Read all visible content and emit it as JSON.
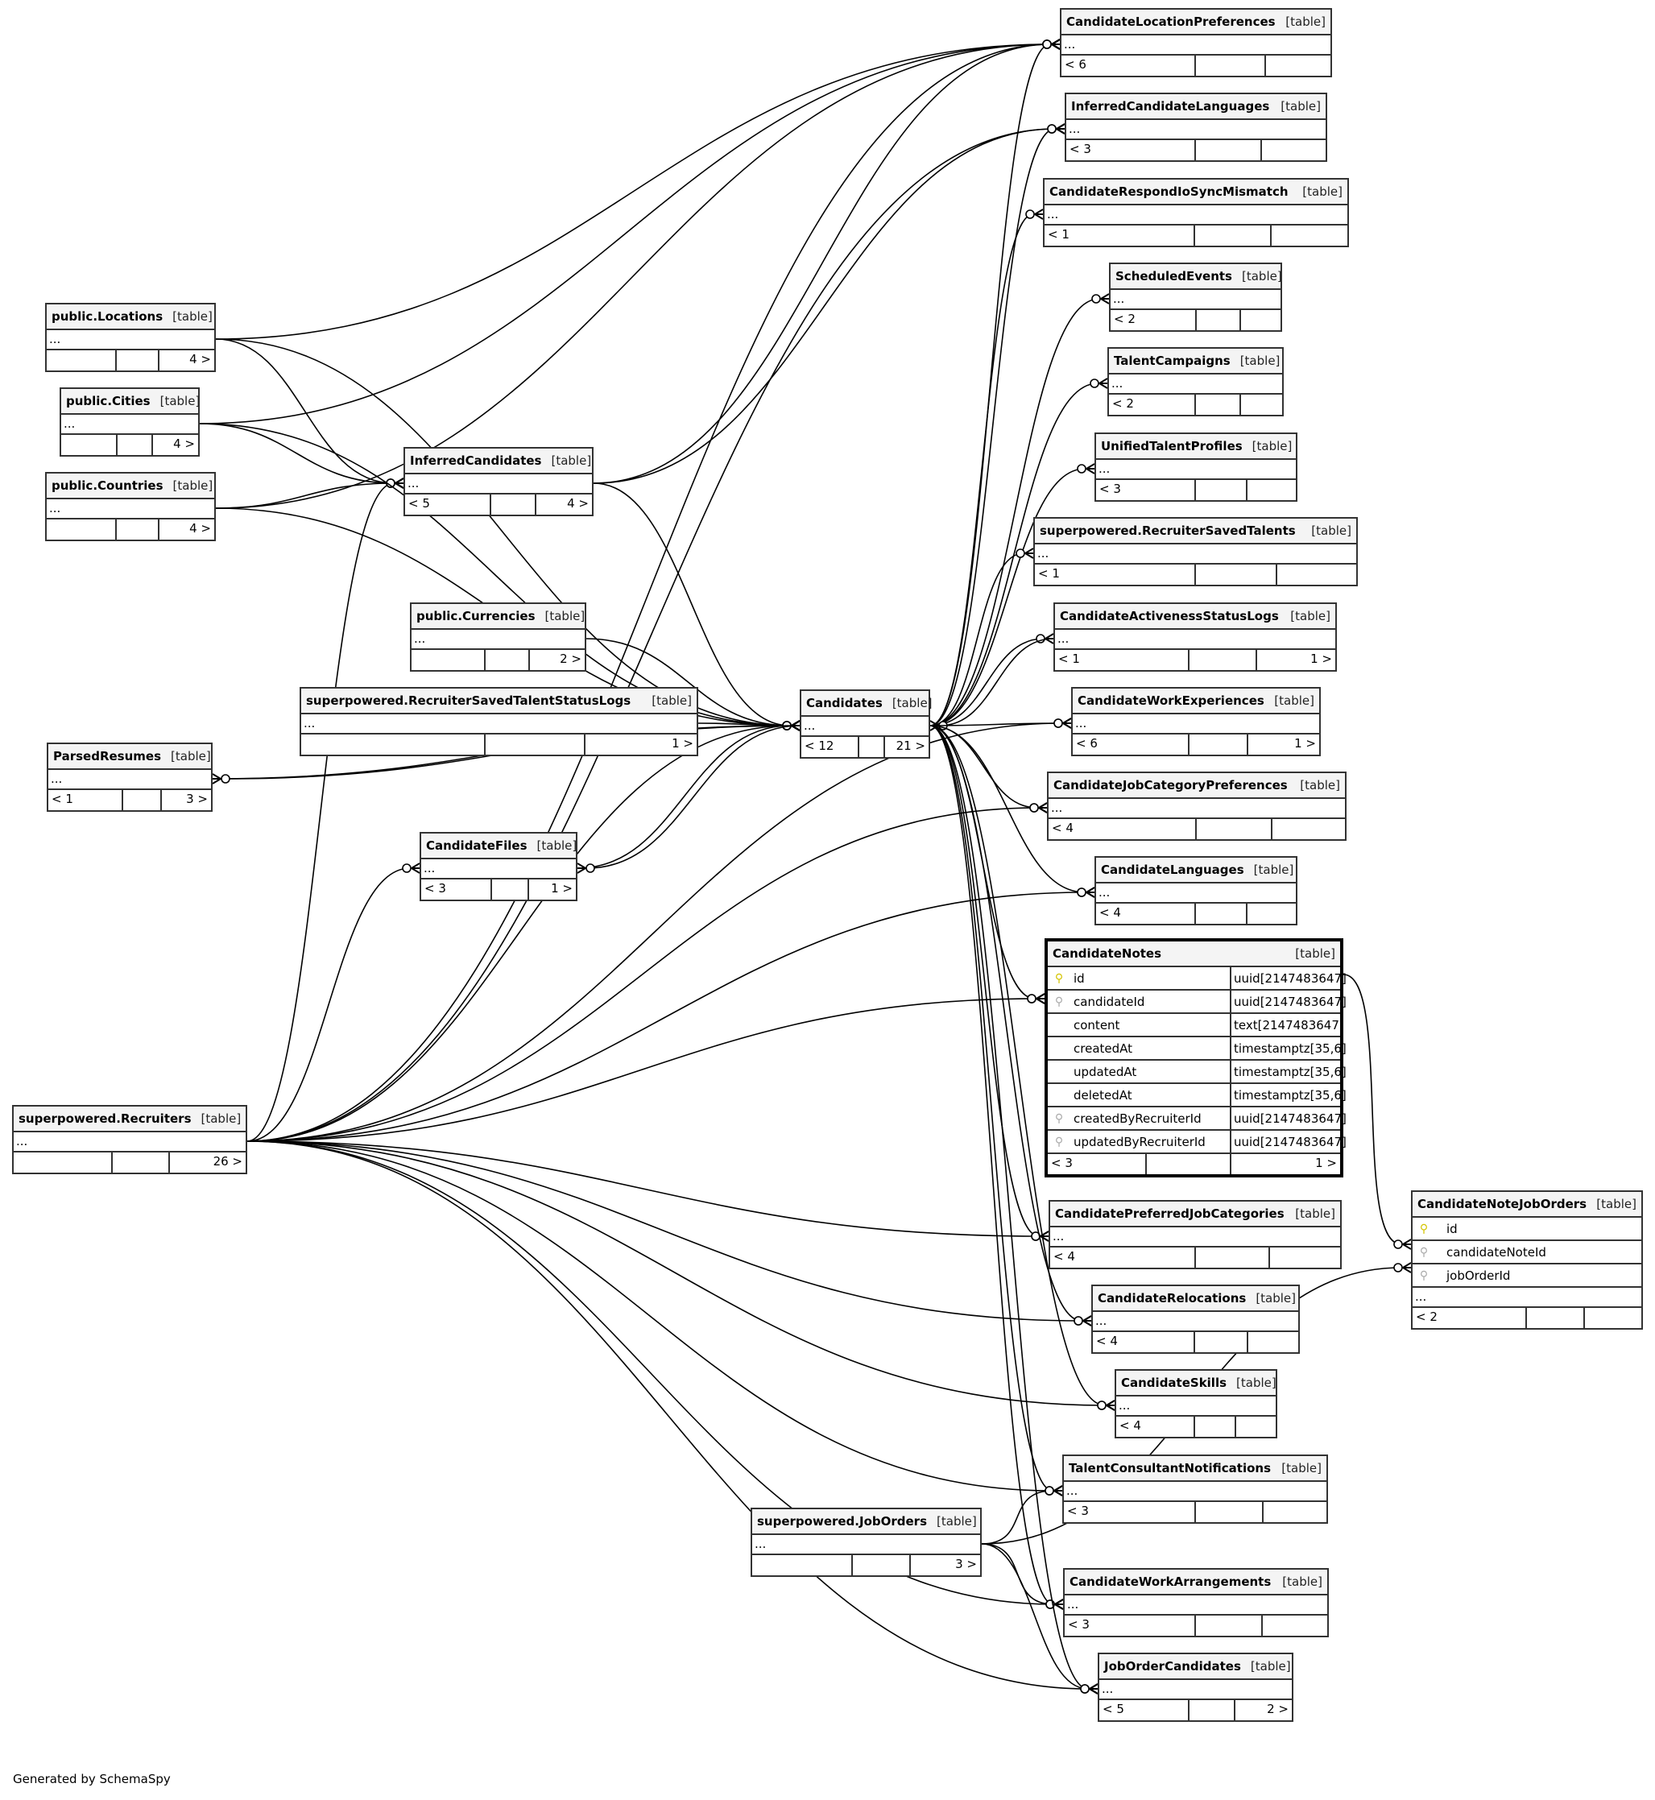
{
  "diagram": {
    "title": "Candidates relationships",
    "footer": "Generated by SchemaSpy",
    "table_kind_label": "[table]",
    "ellipsis": "..."
  },
  "tables": [
    {
      "id": "CandidateLocationPreferences",
      "name": "CandidateLocationPreferences",
      "parents": "< 6",
      "children": ""
    },
    {
      "id": "InferredCandidateLanguages",
      "name": "InferredCandidateLanguages",
      "parents": "< 3",
      "children": ""
    },
    {
      "id": "CandidateRespondIoSyncMismatch",
      "name": "CandidateRespondIoSyncMismatch",
      "parents": "< 1",
      "children": ""
    },
    {
      "id": "ScheduledEvents",
      "name": "ScheduledEvents",
      "parents": "< 2",
      "children": ""
    },
    {
      "id": "TalentCampaigns",
      "name": "TalentCampaigns",
      "parents": "< 2",
      "children": ""
    },
    {
      "id": "UnifiedTalentProfiles",
      "name": "UnifiedTalentProfiles",
      "parents": "< 3",
      "children": ""
    },
    {
      "id": "RecruiterSavedTalents",
      "name": "superpowered.RecruiterSavedTalents",
      "parents": "< 1",
      "children": ""
    },
    {
      "id": "CandidateActivenessStatusLogs",
      "name": "CandidateActivenessStatusLogs",
      "parents": "< 1",
      "children": "1 >"
    },
    {
      "id": "CandidateWorkExperiences",
      "name": "CandidateWorkExperiences",
      "parents": "< 6",
      "children": "1 >"
    },
    {
      "id": "CandidateJobCategoryPreferences",
      "name": "CandidateJobCategoryPreferences",
      "parents": "< 4",
      "children": ""
    },
    {
      "id": "CandidateLanguages",
      "name": "CandidateLanguages",
      "parents": "< 4",
      "children": ""
    },
    {
      "id": "CandidatePreferredJobCategories",
      "name": "CandidatePreferredJobCategories",
      "parents": "< 4",
      "children": ""
    },
    {
      "id": "CandidateRelocations",
      "name": "CandidateRelocations",
      "parents": "< 4",
      "children": ""
    },
    {
      "id": "CandidateSkills",
      "name": "CandidateSkills",
      "parents": "< 4",
      "children": ""
    },
    {
      "id": "TalentConsultantNotifications",
      "name": "TalentConsultantNotifications",
      "parents": "< 3",
      "children": ""
    },
    {
      "id": "CandidateWorkArrangements",
      "name": "CandidateWorkArrangements",
      "parents": "< 3",
      "children": ""
    },
    {
      "id": "JobOrderCandidates",
      "name": "JobOrderCandidates",
      "parents": "< 5",
      "children": "2 >"
    },
    {
      "id": "Locations",
      "name": "public.Locations",
      "parents": "",
      "children": "4 >"
    },
    {
      "id": "Cities",
      "name": "public.Cities",
      "parents": "",
      "children": "4 >"
    },
    {
      "id": "Countries",
      "name": "public.Countries",
      "parents": "",
      "children": "4 >"
    },
    {
      "id": "InferredCandidates",
      "name": "InferredCandidates",
      "parents": "< 5",
      "children": "4 >"
    },
    {
      "id": "Currencies",
      "name": "public.Currencies",
      "parents": "",
      "children": "2 >"
    },
    {
      "id": "RecruiterSavedTalentStatusLogs",
      "name": "superpowered.RecruiterSavedTalentStatusLogs",
      "parents": "",
      "children": "1 >"
    },
    {
      "id": "Candidates",
      "name": "Candidates",
      "parents": "< 12",
      "children": "21 >"
    },
    {
      "id": "ParsedResumes",
      "name": "ParsedResumes",
      "parents": "< 1",
      "children": "3 >"
    },
    {
      "id": "CandidateFiles",
      "name": "CandidateFiles",
      "parents": "< 3",
      "children": "1 >"
    },
    {
      "id": "Recruiters",
      "name": "superpowered.Recruiters",
      "parents": "",
      "children": "26 >"
    },
    {
      "id": "JobOrders",
      "name": "superpowered.JobOrders",
      "parents": "",
      "children": "3 >"
    }
  ],
  "focus_table": {
    "name": "CandidateNotes",
    "parents": "< 3",
    "children": "1 >",
    "columns": [
      {
        "name": "id",
        "type": "uuid[2147483647]",
        "key": "primary-key-icon"
      },
      {
        "name": "candidateId",
        "type": "uuid[2147483647]",
        "key": "foreign-key-icon"
      },
      {
        "name": "content",
        "type": "text[2147483647]",
        "key": ""
      },
      {
        "name": "createdAt",
        "type": "timestamptz[35,6]",
        "key": ""
      },
      {
        "name": "updatedAt",
        "type": "timestamptz[35,6]",
        "key": ""
      },
      {
        "name": "deletedAt",
        "type": "timestamptz[35,6]",
        "key": ""
      },
      {
        "name": "createdByRecruiterId",
        "type": "uuid[2147483647]",
        "key": "foreign-key-icon"
      },
      {
        "name": "updatedByRecruiterId",
        "type": "uuid[2147483647]",
        "key": "foreign-key-icon"
      }
    ]
  },
  "note_job_orders": {
    "name": "CandidateNoteJobOrders",
    "parents": "< 2",
    "children": "",
    "columns": [
      {
        "name": "id",
        "key": "primary-key-icon"
      },
      {
        "name": "candidateNoteId",
        "key": "foreign-key-icon"
      },
      {
        "name": "jobOrderId",
        "key": "foreign-key-icon"
      }
    ]
  },
  "relationships": [
    [
      "Candidates",
      "CandidateLocationPreferences"
    ],
    [
      "Locations",
      "CandidateLocationPreferences"
    ],
    [
      "Cities",
      "CandidateLocationPreferences"
    ],
    [
      "Countries",
      "CandidateLocationPreferences"
    ],
    [
      "InferredCandidates",
      "CandidateLocationPreferences"
    ],
    [
      "Recruiters",
      "CandidateLocationPreferences"
    ],
    [
      "Candidates",
      "InferredCandidateLanguages"
    ],
    [
      "InferredCandidates",
      "InferredCandidateLanguages"
    ],
    [
      "Recruiters",
      "InferredCandidateLanguages"
    ],
    [
      "Candidates",
      "CandidateRespondIoSyncMismatch"
    ],
    [
      "Candidates",
      "ScheduledEvents"
    ],
    [
      "Candidates",
      "TalentCampaigns"
    ],
    [
      "Candidates",
      "UnifiedTalentProfiles"
    ],
    [
      "Candidates",
      "RecruiterSavedTalents"
    ],
    [
      "Candidates",
      "CandidateActivenessStatusLogs"
    ],
    [
      "CandidateActivenessStatusLogs",
      "Candidates"
    ],
    [
      "Candidates",
      "CandidateWorkExperiences"
    ],
    [
      "Recruiters",
      "CandidateWorkExperiences"
    ],
    [
      "Candidates",
      "CandidateJobCategoryPreferences"
    ],
    [
      "Recruiters",
      "CandidateJobCategoryPreferences"
    ],
    [
      "Candidates",
      "CandidateLanguages"
    ],
    [
      "Recruiters",
      "CandidateLanguages"
    ],
    [
      "Candidates",
      "CandidateNotes"
    ],
    [
      "Recruiters",
      "CandidateNotes"
    ],
    [
      "Candidates",
      "CandidatePreferredJobCategories"
    ],
    [
      "Recruiters",
      "CandidatePreferredJobCategories"
    ],
    [
      "Candidates",
      "CandidateRelocations"
    ],
    [
      "Recruiters",
      "CandidateRelocations"
    ],
    [
      "Candidates",
      "CandidateSkills"
    ],
    [
      "Recruiters",
      "CandidateSkills"
    ],
    [
      "Candidates",
      "TalentConsultantNotifications"
    ],
    [
      "Recruiters",
      "TalentConsultantNotifications"
    ],
    [
      "JobOrders",
      "TalentConsultantNotifications"
    ],
    [
      "Candidates",
      "CandidateWorkArrangements"
    ],
    [
      "Recruiters",
      "CandidateWorkArrangements"
    ],
    [
      "JobOrders",
      "CandidateWorkArrangements"
    ],
    [
      "Candidates",
      "JobOrderCandidates"
    ],
    [
      "Recruiters",
      "JobOrderCandidates"
    ],
    [
      "JobOrders",
      "JobOrderCandidates"
    ],
    [
      "CandidateNotes",
      "CandidateNoteJobOrders"
    ],
    [
      "JobOrders",
      "CandidateNoteJobOrders"
    ],
    [
      "Locations",
      "InferredCandidates"
    ],
    [
      "Cities",
      "InferredCandidates"
    ],
    [
      "Countries",
      "InferredCandidates"
    ],
    [
      "Recruiters",
      "InferredCandidates"
    ],
    [
      "Locations",
      "Candidates"
    ],
    [
      "Cities",
      "Candidates"
    ],
    [
      "Countries",
      "Candidates"
    ],
    [
      "Currencies",
      "Candidates"
    ],
    [
      "InferredCandidates",
      "Candidates"
    ],
    [
      "RecruiterSavedTalentStatusLogs",
      "Candidates"
    ],
    [
      "ParsedResumes",
      "Candidates"
    ],
    [
      "CandidateFiles",
      "Candidates"
    ],
    [
      "Recruiters",
      "Candidates"
    ],
    [
      "Candidates",
      "ParsedResumes"
    ],
    [
      "Candidates",
      "CandidateFiles"
    ],
    [
      "Recruiters",
      "CandidateFiles"
    ]
  ]
}
